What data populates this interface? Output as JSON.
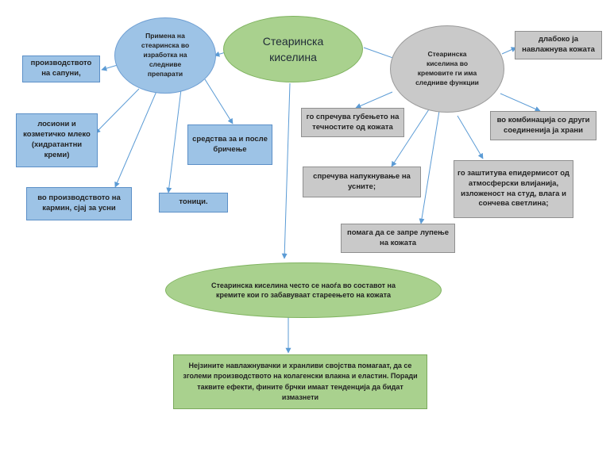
{
  "center": {
    "label": "Стеаринска\nкиселина"
  },
  "left_ellipse": {
    "label": "Примена на\nстеаринска во\nизработка на\nследниве\nпрепарати"
  },
  "right_ellipse": {
    "label": "Стеаринска\nкиселина во\nкремовите ги има\nследниве функции"
  },
  "bottom_ellipse": {
    "label": "Стеаринска киселина често се наоѓа во составот на\nкремите кои го забавуваат стареењето на кожата"
  },
  "bottom_box": {
    "label": "Нејзините навлажнувачки и хранливи својства помагаат, да се\nзголеми производството на колагенски влакна и еластин. Поради\nтаквите ефекти, фините брчки имаат тенденција да бидат\nизмазнети"
  },
  "left_items": [
    "производството\nна сапуни,",
    "лосиони и\nкозметичко млеко\n(хидратантни\nкреми)",
    "во производството на\nкармин, сјај за усни",
    "тоници.",
    "средства за и после\nбричење"
  ],
  "right_items": [
    "длабоко ја\nнавлажнува кожата",
    "го спречува губењето на\nтечностите од кожата",
    "во комбинација со други\nсоединенија ја храни",
    "спречува напукнување на\nусните;",
    "го заштитува епидермисот од\nатмосферски влијанија,\nизложеност на студ, влага и\nсончева светлина;",
    "помага да се запре лупење\nна кожата"
  ],
  "colors": {
    "blue_fill": "#9dc3e6",
    "green_fill": "#a9d18e",
    "gray_fill": "#c9c9c9",
    "arrow": "#5b9bd5"
  }
}
